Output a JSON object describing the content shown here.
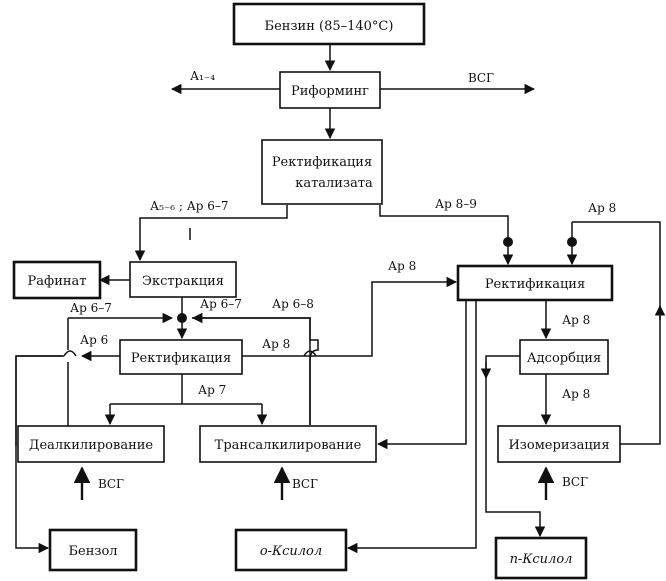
{
  "boxes": {
    "benzin": "Бензин (85–140°С)",
    "riforming": "Риформинг",
    "rekt_kat_1": "Ректификация",
    "rekt_kat_2": "катализата",
    "rafinat": "Рафинат",
    "ekstrakciya": "Экстракция",
    "rektifikaciya_left": "Ректификация",
    "dealkilirovanie": "Деалкилирование",
    "transalkilirovanie": "Трансалкилирование",
    "benzol": "Бензол",
    "o_ksilol": "о-Ксилол",
    "rektifikaciya_right": "Ректификация",
    "adsorbciya": "Адсорбция",
    "izomerizaciya": "Изомеризация",
    "p_ksilol": "п-Ксилол"
  },
  "labels": {
    "a_left": "А₁₋₄",
    "vsg_top": "ВСГ",
    "a_ar": "А₅₋₆ ; Ар 6–7",
    "ar_8_9": "Ар 8–9",
    "ar_8_right_top": "Ар 8",
    "ar_8_mid": "Ар 8",
    "ar_67_left": "Ар 6–7",
    "ar_67_center": "Ар 6–7",
    "ar_68": "Ар 6–8",
    "ar_6": "Ар 6",
    "ar_8_left": "Ар 8",
    "ar_7": "Ар 7",
    "ar_8_adsorb": "Ар 8",
    "ar_8_izom": "Ар 8",
    "vsg_deal": "ВСГ",
    "vsg_trans": "ВСГ",
    "vsg_izom": "ВСГ"
  }
}
